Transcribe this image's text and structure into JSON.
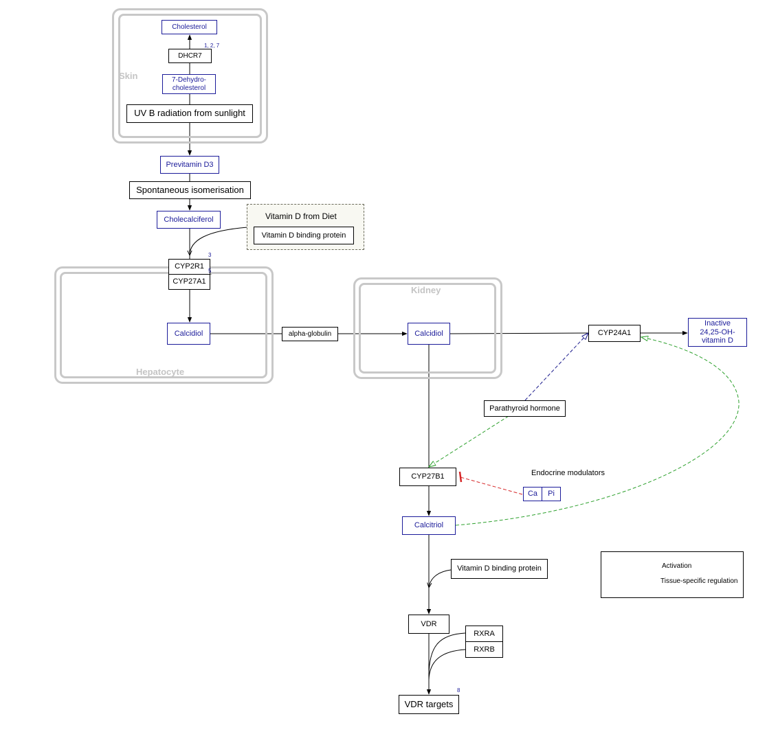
{
  "compartments": {
    "skin": "Skin",
    "hepatocyte": "Hepatocyte",
    "kidney": "Kidney"
  },
  "nodes": {
    "cholesterol": "Cholesterol",
    "dhcr7": "DHCR7",
    "dehydrocholesterol": "7-Dehydro-\ncholesterol",
    "uvb": "UV B radiation from sunlight",
    "previtamin_d3": "Previtamin D3",
    "spontaneous": "Spontaneous isomerisation",
    "cholecalciferol": "Cholecalciferol",
    "diet_group_label": "Vitamin D from Diet",
    "vdbp_diet": "Vitamin D binding protein",
    "cyp2r1": "CYP2R1",
    "cyp27a1": "CYP27A1",
    "calcidiol_liver": "Calcidiol",
    "alpha_globulin": "alpha-globulin",
    "calcidiol_kidney": "Calcidiol",
    "cyp24a1": "CYP24A1",
    "inactive_vitd": "Inactive\n24,25-OH-\nvitamin D",
    "parathyroid": "Parathyroid hormone",
    "cyp27b1": "CYP27B1",
    "endocrine_label": "Endocrine modulators",
    "ca": "Ca",
    "pi": "Pi",
    "calcitriol": "Calcitriol",
    "vdbp_blood": "Vitamin D binding protein",
    "vdr": "VDR",
    "rxra": "RXRA",
    "rxrb": "RXRB",
    "vdr_targets": "VDR targets"
  },
  "refs": {
    "dhcr7_ref": "1, 2, 7",
    "cyp2r1_ref": "3",
    "cyp27a1_ref": "5",
    "targets_ref": "8"
  },
  "legend": {
    "activation": "Activation",
    "tissue_specific": "Tissue-specific regulation"
  },
  "colors": {
    "activation": "#2ca02c",
    "tissue_specific": "#1a1a8c",
    "inhibition": "#d62728",
    "metabolite": "#1a1a99",
    "compartment": "#c8c8c8"
  }
}
